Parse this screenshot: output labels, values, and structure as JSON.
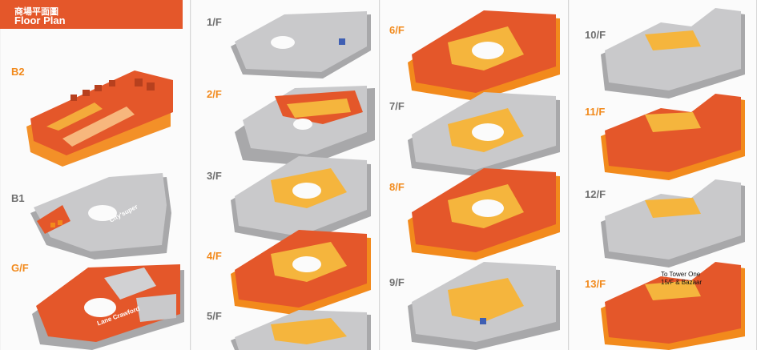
{
  "header": {
    "title_zh": "商場平面圖",
    "title_en": "Floor Plan"
  },
  "floors": {
    "b2": "B2",
    "b1": "B1",
    "gf": "G/F",
    "f1": "1/F",
    "f2": "2/F",
    "f3": "3/F",
    "f4": "4/F",
    "f5": "5/F",
    "f6": "6/F",
    "f7": "7/F",
    "f8": "8/F",
    "f9": "9/F",
    "f10": "10/F",
    "f11": "11/F",
    "f12": "12/F",
    "f13": "13/F"
  },
  "labels": {
    "city_super": "City'super",
    "lane_crawford": "Lane Crawford",
    "to_tower_one": "To Tower One",
    "to_15f_bazaar": "15/F & Bazaar"
  },
  "colors": {
    "orange": "#e4572a",
    "floor_orange": "#f28a1c",
    "yellow": "#f5b53d",
    "gray": "#a8a8aa"
  }
}
